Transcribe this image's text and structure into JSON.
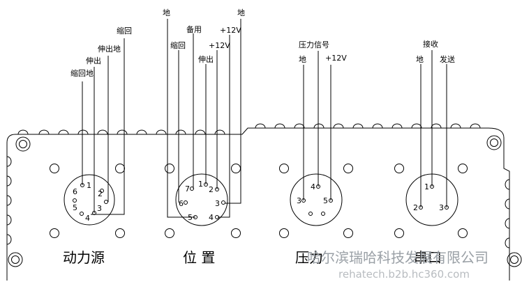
{
  "panels": {
    "power": {
      "caption": "动力源",
      "wires": [
        "缩回地",
        "伸出",
        "伸出地",
        "缩回"
      ],
      "pins": [
        "1",
        "2",
        "3",
        "4",
        "5",
        "6"
      ]
    },
    "position": {
      "caption": "位 置",
      "wires": [
        "地",
        "缩回",
        "备用",
        "伸出",
        "+12V",
        "+12V",
        "地"
      ],
      "pins": [
        "1",
        "2",
        "3",
        "4",
        "5",
        "6",
        "7"
      ]
    },
    "pressure": {
      "caption": "压力",
      "wires": [
        "压力信号",
        "地",
        "+12V"
      ],
      "pins": [
        "4",
        "3",
        "5"
      ]
    },
    "serial": {
      "caption": "串口",
      "wires": [
        "接收",
        "地",
        "发送"
      ],
      "pins": [
        "1",
        "2",
        "3"
      ]
    }
  },
  "watermark": {
    "company": "哈尔滨瑞哈科技发展有限公司",
    "url": "rehatech.b2b.hc360.com"
  }
}
